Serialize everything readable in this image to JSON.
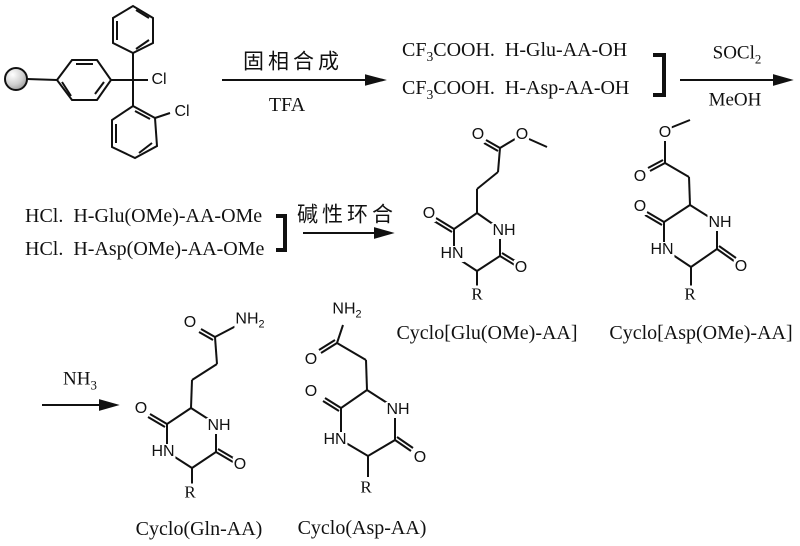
{
  "colors": {
    "ink": "#111111",
    "background": "#ffffff",
    "bead_fill_light": "#ffffff",
    "bead_fill_dark": "#8a8a8a"
  },
  "resin": {
    "cl_alpha": "Cl",
    "cl_ortho": "Cl"
  },
  "step1": {
    "above": "固相合成",
    "below": "TFA"
  },
  "intermediates1": {
    "line1": {
      "pre": "CF",
      "sub": "3",
      "post": "COOH.  H-Glu-AA-OH"
    },
    "line2": {
      "pre": "CF",
      "sub": "3",
      "post": "COOH.  H-Asp-AA-OH"
    }
  },
  "step2": {
    "above_pre": "SOCl",
    "above_sub": "2",
    "below": "MeOH"
  },
  "intermediates2": {
    "line1": "HCl.  H-Glu(OMe)-AA-OMe",
    "line2": "HCl.  H-Asp(OMe)-AA-OMe"
  },
  "step3": {
    "above": "碱性环合"
  },
  "step4": {
    "above_pre": "NH",
    "above_sub": "3"
  },
  "products": {
    "glu_ome_label": "Cyclo[Glu(OMe)-AA]",
    "asp_ome_label": "Cyclo[Asp(OMe)-AA]",
    "gln_label": "Cyclo(Gln-AA)",
    "asp_label": "Cyclo(Asp-AA)"
  },
  "atoms": {
    "o": "O",
    "nh": "NH",
    "hn": "HN",
    "r": "R",
    "nh2_pre": "NH",
    "nh2_sub": "2"
  }
}
